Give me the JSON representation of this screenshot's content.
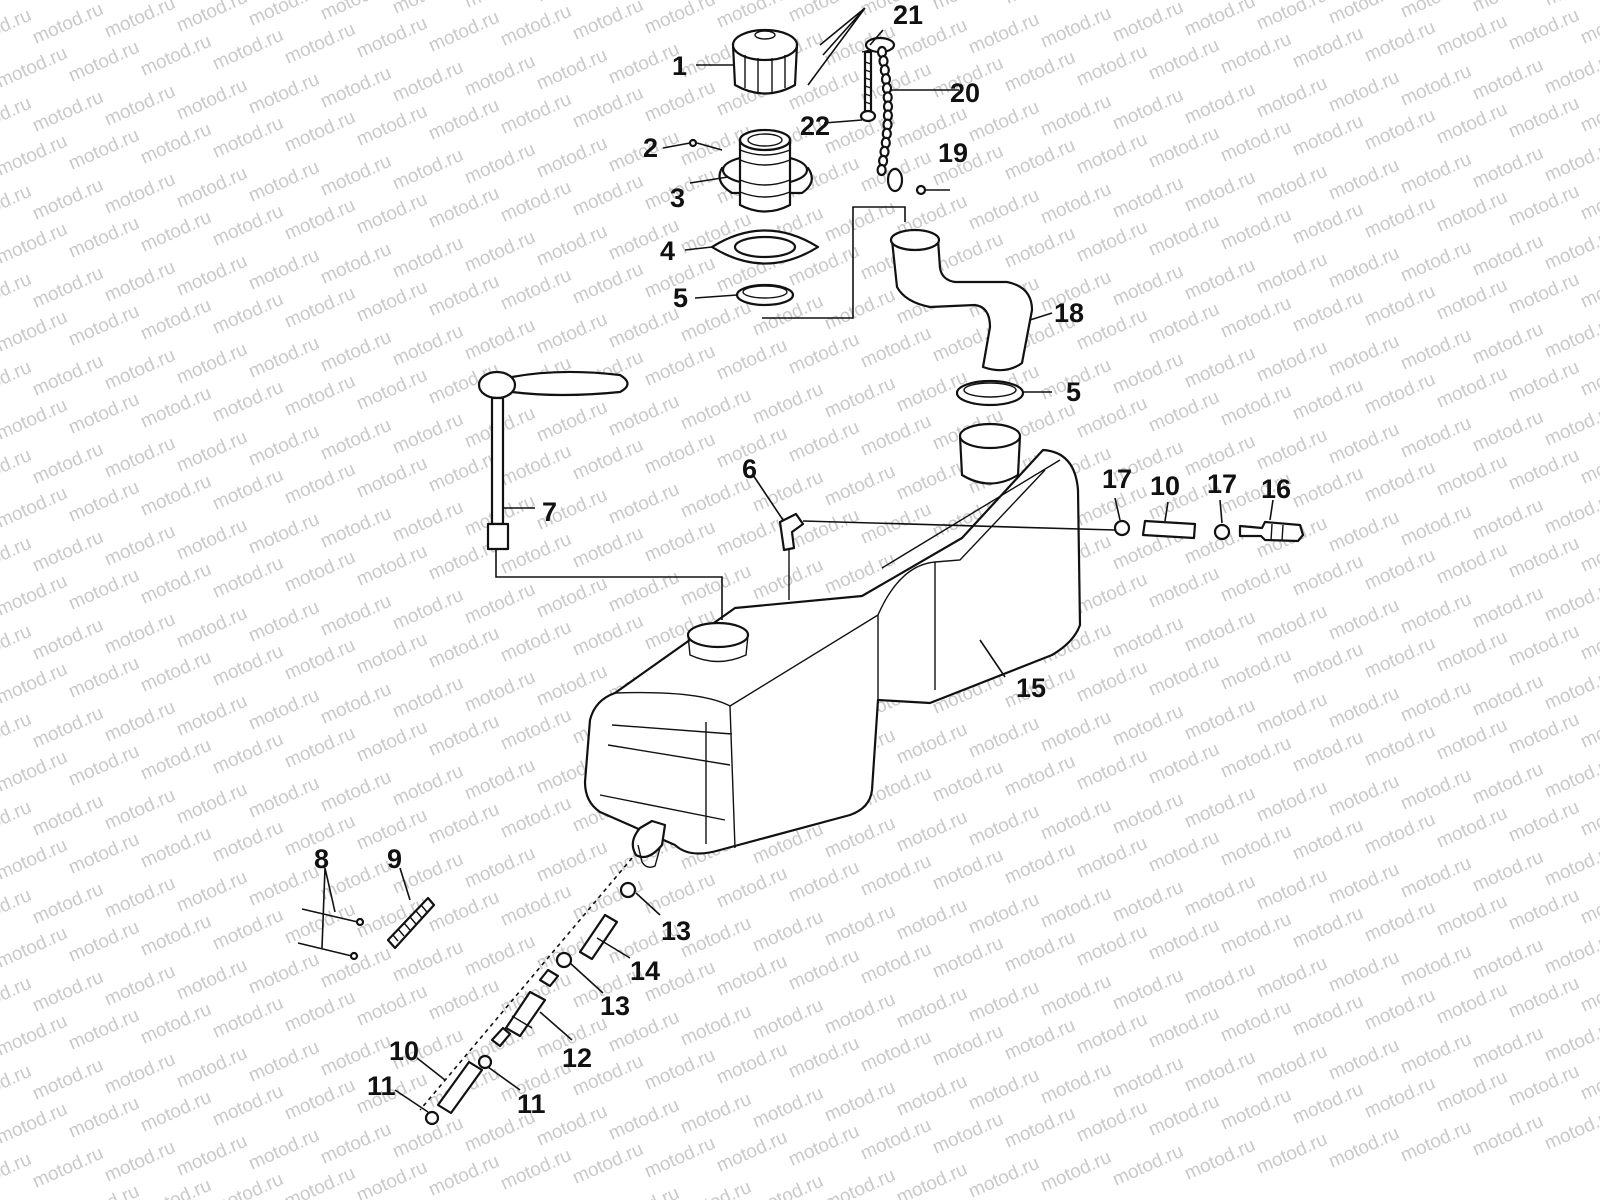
{
  "watermark": {
    "text": "motod.ru"
  },
  "callouts": {
    "c1": "1",
    "c2": "2",
    "c3": "3",
    "c4": "4",
    "c5a": "5",
    "c5b": "5",
    "c6": "6",
    "c7": "7",
    "c8": "8",
    "c9": "9",
    "c10a": "10",
    "c10b": "10",
    "c11a": "11",
    "c11b": "11",
    "c12": "12",
    "c13a": "13",
    "c13b": "13",
    "c14": "14",
    "c15": "15",
    "c16": "16",
    "c17a": "17",
    "c17b": "17",
    "c18": "18",
    "c19": "19",
    "c20": "20",
    "c21": "21",
    "c22": "22"
  },
  "icons": {
    "fuel_cap": "fuel-cap-icon",
    "filler_neck": "filler-neck-icon",
    "fuel_tank": "fuel-tank-icon",
    "fuel_gauge": "fuel-gauge-icon",
    "filler_hose": "filler-hose-icon",
    "tether_chain": "tether-chain-icon"
  }
}
